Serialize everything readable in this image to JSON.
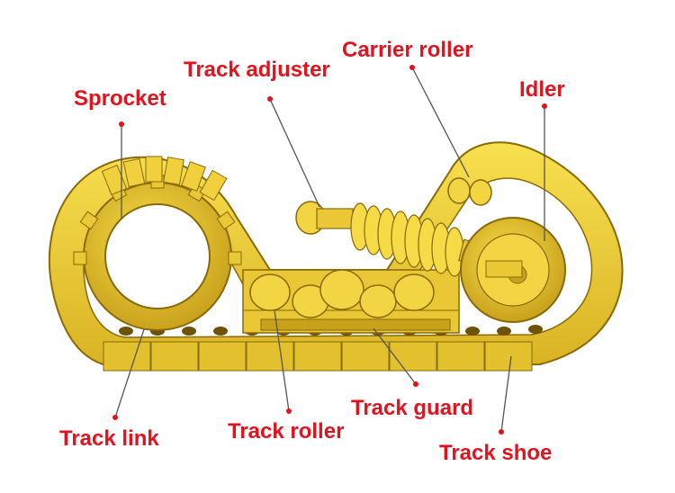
{
  "colors": {
    "label": "#e0141e",
    "track_yellow": "#f2d23a",
    "track_shadow": "#c9a21c",
    "track_dark": "#8a6a08",
    "background": "#ffffff"
  },
  "labels": {
    "sprocket": "Sprocket",
    "track_adjuster": "Track adjuster",
    "carrier_roller": "Carrier roller",
    "idler": "Idler",
    "track_link": "Track link",
    "track_roller": "Track roller",
    "track_guard": "Track guard",
    "track_shoe": "Track shoe"
  }
}
